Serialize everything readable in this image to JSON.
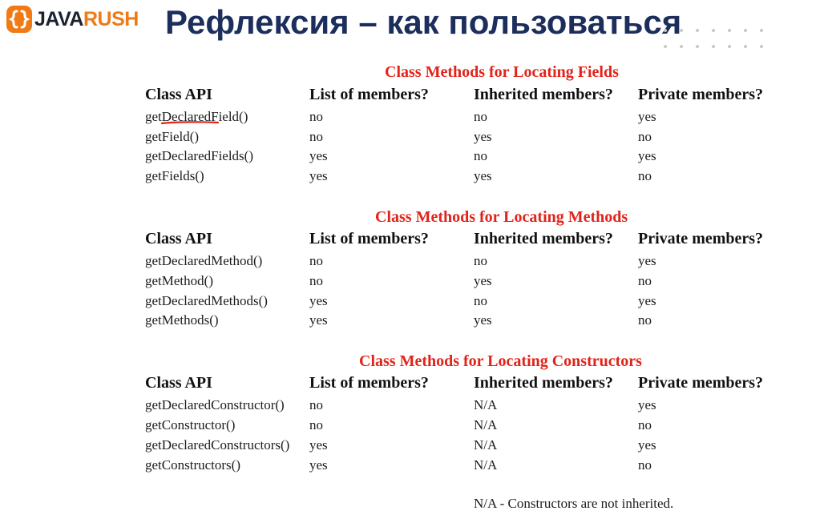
{
  "header": {
    "logo": {
      "part1": "JAVA",
      "part2": "RUSH"
    },
    "title": "Рефлексия – как пользоваться"
  },
  "columns": [
    "Class API",
    "List of members?",
    "Inherited members?",
    "Private members?"
  ],
  "sections": [
    {
      "title": "Class Methods for Locating Fields",
      "rows": [
        [
          "getDeclaredField()",
          "no",
          "no",
          "yes"
        ],
        [
          "getField()",
          "no",
          "yes",
          "no"
        ],
        [
          "getDeclaredFields()",
          "yes",
          "no",
          "yes"
        ],
        [
          "getFields()",
          "yes",
          "yes",
          "no"
        ]
      ]
    },
    {
      "title": "Class Methods for Locating Methods",
      "rows": [
        [
          "getDeclaredMethod()",
          "no",
          "no",
          "yes"
        ],
        [
          "getMethod()",
          "no",
          "yes",
          "no"
        ],
        [
          "getDeclaredMethods()",
          "yes",
          "no",
          "yes"
        ],
        [
          "getMethods()",
          "yes",
          "yes",
          "no"
        ]
      ]
    },
    {
      "title": "Class Methods for Locating Constructors",
      "rows": [
        [
          "getDeclaredConstructor()",
          "no",
          "N/A",
          "yes"
        ],
        [
          "getConstructor()",
          "no",
          "N/A",
          "no"
        ],
        [
          "getDeclaredConstructors()",
          "yes",
          "N/A",
          "yes"
        ],
        [
          "getConstructors()",
          "yes",
          "N/A",
          "no"
        ]
      ]
    }
  ],
  "footnote": "N/A - Constructors are not inherited.",
  "colors": {
    "title": "#1c2e5c",
    "section_title": "#e2231a",
    "brand_orange": "#f07a16",
    "annotation_underline": "#e2231a"
  }
}
